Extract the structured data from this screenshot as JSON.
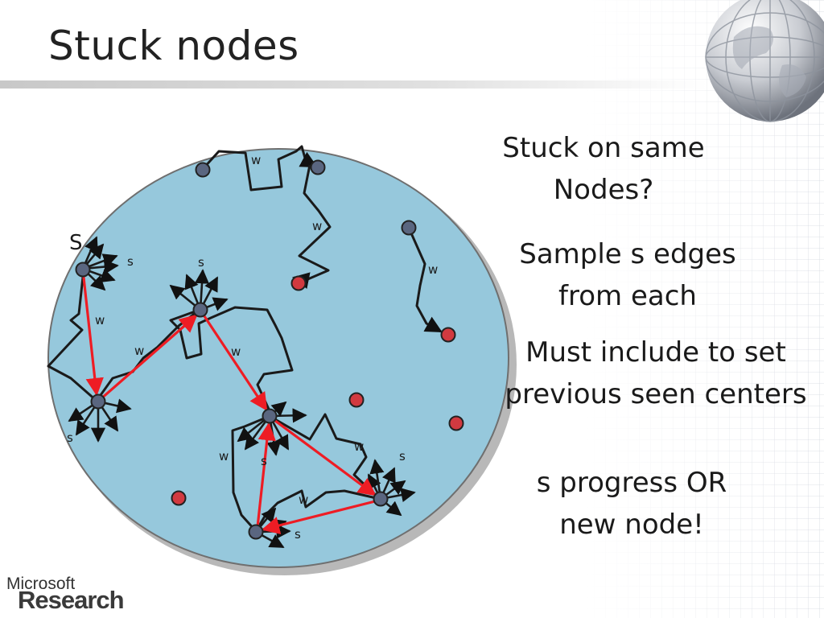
{
  "slide": {
    "title": "Stuck nodes"
  },
  "notes": {
    "n1": "Stuck on same Nodes?",
    "n2": "Sample s edges from each",
    "n3": "Must include to set previous seen centers",
    "n4": "s progress OR new node!"
  },
  "diagram": {
    "big_s": "S",
    "labels": {
      "w1": "w",
      "w2": "w",
      "w3": "w",
      "w4": "w",
      "w5": "w",
      "w6": "w",
      "w7": "w",
      "w8": "w",
      "w9": "w",
      "s1": "s",
      "s2": "s",
      "s3": "s",
      "s4": "s",
      "s5": "s",
      "s6": "s"
    }
  },
  "logo": {
    "line1": "Microsoft",
    "line2": "Research"
  },
  "colors": {
    "disk": "#96c8dc",
    "disk_border": "#7a7a7a",
    "node_gray": "#5a6680",
    "node_red": "#d23a40",
    "red_path": "#ee1c24"
  }
}
